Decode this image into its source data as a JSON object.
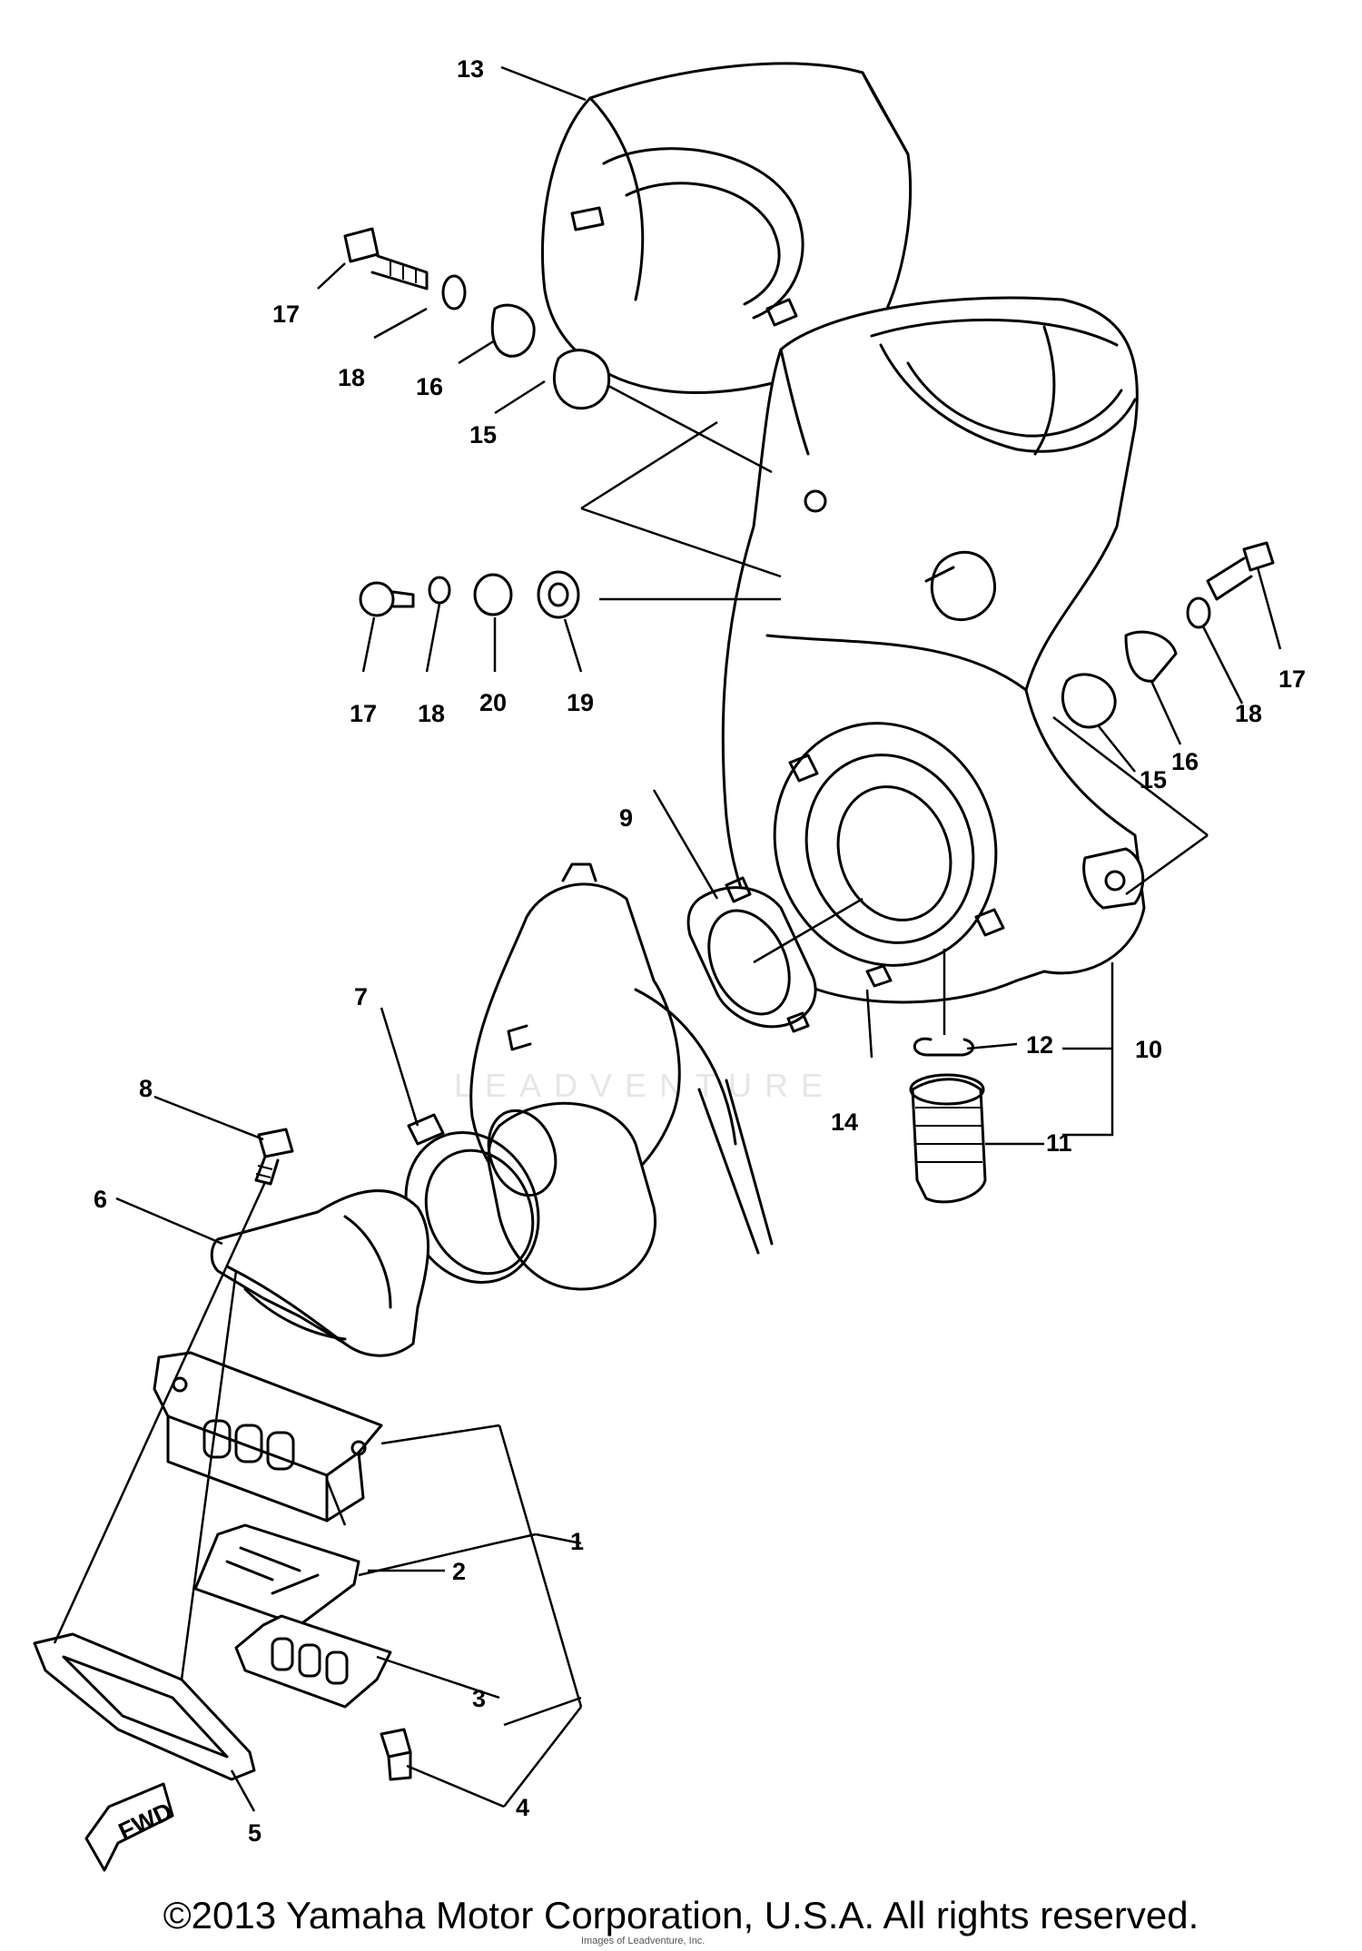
{
  "callouts": [
    "1",
    "2",
    "3",
    "4",
    "5",
    "6",
    "7",
    "8",
    "9",
    "10",
    "11",
    "12",
    "13",
    "14",
    "15",
    "16",
    "17",
    "18",
    "19",
    "20"
  ],
  "fwd_label": "FWD",
  "watermark": "LEADVENTURE",
  "copyright": "©2013 Yamaha Motor Corporation, U.S.A. All rights reserved.",
  "subnote": "Images of Leadventure, Inc."
}
